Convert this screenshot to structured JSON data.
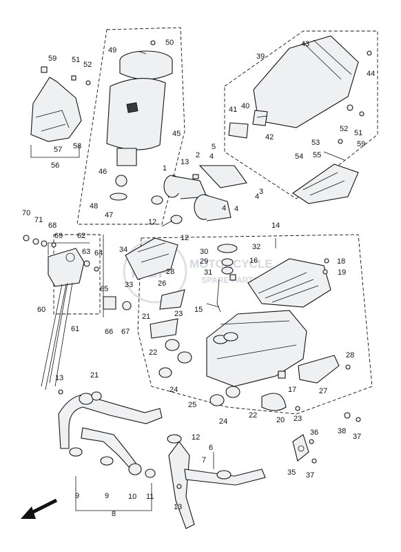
{
  "watermark": {
    "title": "MOTORCYCLE",
    "subtitle": "SPARE PARTS",
    "logo_text": "MSP"
  },
  "callouts": [
    "59",
    "51",
    "52",
    "49",
    "50",
    "56",
    "57",
    "58",
    "45",
    "46",
    "48",
    "47",
    "43",
    "39",
    "44",
    "40",
    "41",
    "42",
    "52",
    "51",
    "53",
    "54",
    "55",
    "59",
    "1",
    "2",
    "5",
    "4",
    "3",
    "4",
    "4",
    "4",
    "13",
    "12",
    "12",
    "14",
    "70",
    "71",
    "68",
    "69",
    "62",
    "63",
    "64",
    "34",
    "33",
    "28",
    "26",
    "30",
    "29",
    "31",
    "32",
    "16",
    "18",
    "19",
    "60",
    "61",
    "65",
    "66",
    "67",
    "15",
    "21",
    "23",
    "22",
    "24",
    "25",
    "17",
    "27",
    "28",
    "22",
    "20",
    "23",
    "38",
    "37",
    "36",
    "35",
    "37",
    "13",
    "21",
    "12",
    "9",
    "9",
    "10",
    "11",
    "8",
    "6",
    "7",
    "13",
    "24"
  ]
}
